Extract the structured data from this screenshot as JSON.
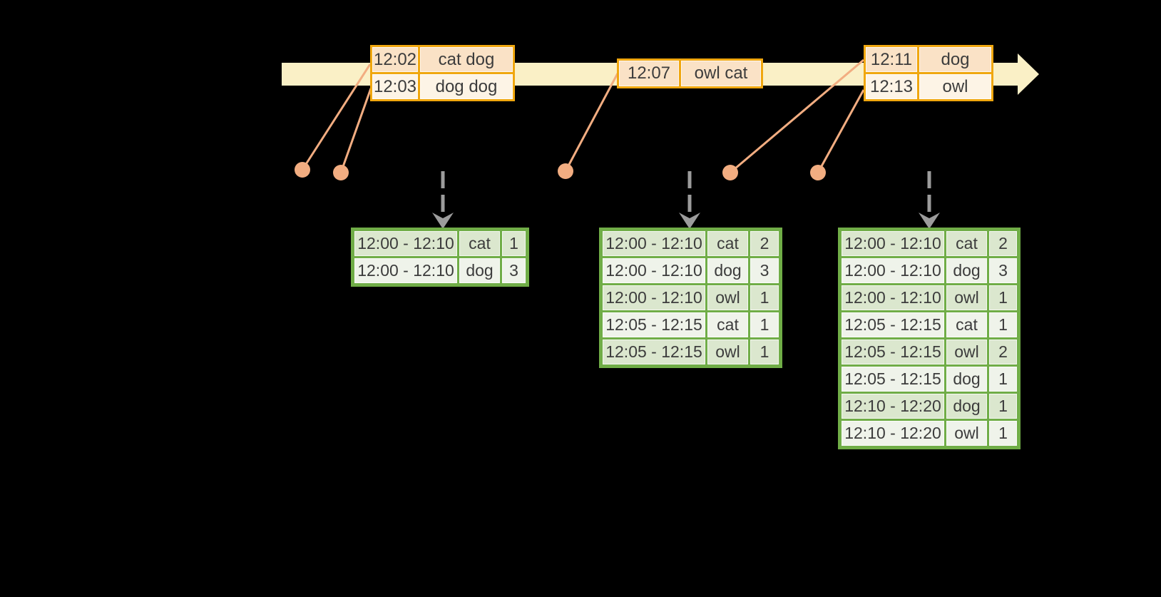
{
  "colors": {
    "background": "#000000",
    "timeline_band": "#FAF0C6",
    "event_box_border": "#F0A70F",
    "event_row_peach": "#FAE2C6",
    "event_row_cream": "#FDF4E6",
    "connector_salmon": "#F2AD81",
    "table_border_green": "#70AD47",
    "table_row_dark_green": "#DBE7CE",
    "table_row_light_green": "#EFF3EA",
    "trigger_arrow_gray": "#9C9C9C",
    "text": "#3C3C3C"
  },
  "icons": {
    "timeline_arrowhead": "right-arrow",
    "trigger_arrow": "dashed-down-arrow",
    "event_marker": "dot"
  },
  "timeline": {
    "events": [
      {
        "rows": [
          {
            "time": "12:02",
            "words": "cat dog"
          },
          {
            "time": "12:03",
            "words": "dog dog"
          }
        ]
      },
      {
        "rows": [
          {
            "time": "12:07",
            "words": "owl cat"
          }
        ]
      },
      {
        "rows": [
          {
            "time": "12:11",
            "words": "dog"
          },
          {
            "time": "12:13",
            "words": "owl"
          }
        ]
      }
    ]
  },
  "result_tables": [
    {
      "rows": [
        {
          "window": "12:00 - 12:10",
          "word": "cat",
          "count": "1"
        },
        {
          "window": "12:00 - 12:10",
          "word": "dog",
          "count": "3"
        }
      ]
    },
    {
      "rows": [
        {
          "window": "12:00 - 12:10",
          "word": "cat",
          "count": "2"
        },
        {
          "window": "12:00 - 12:10",
          "word": "dog",
          "count": "3"
        },
        {
          "window": "12:00 - 12:10",
          "word": "owl",
          "count": "1"
        },
        {
          "window": "12:05 - 12:15",
          "word": "cat",
          "count": "1"
        },
        {
          "window": "12:05 - 12:15",
          "word": "owl",
          "count": "1"
        }
      ]
    },
    {
      "rows": [
        {
          "window": "12:00 - 12:10",
          "word": "cat",
          "count": "2"
        },
        {
          "window": "12:00 - 12:10",
          "word": "dog",
          "count": "3"
        },
        {
          "window": "12:00 - 12:10",
          "word": "owl",
          "count": "1"
        },
        {
          "window": "12:05 - 12:15",
          "word": "cat",
          "count": "1"
        },
        {
          "window": "12:05 - 12:15",
          "word": "owl",
          "count": "2"
        },
        {
          "window": "12:05 - 12:15",
          "word": "dog",
          "count": "1"
        },
        {
          "window": "12:10 - 12:20",
          "word": "dog",
          "count": "1"
        },
        {
          "window": "12:10 - 12:20",
          "word": "owl",
          "count": "1"
        }
      ]
    }
  ]
}
